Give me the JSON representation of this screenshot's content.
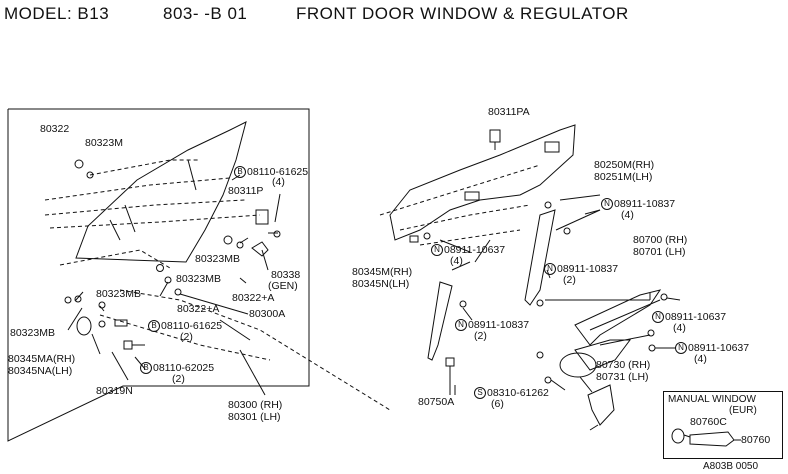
{
  "header": {
    "model": "MODEL: B13",
    "code": "803-  -B 01",
    "title": "FRONT DOOR WINDOW & REGULATOR"
  },
  "labels": {
    "p80322": "80322",
    "p80323m": "80323M",
    "p08110_61625_top": "08110-61625",
    "p08110_61625_top_qty": "(4)",
    "p80311p": "80311P",
    "p80323mb_a": "80323MB",
    "p80323mb_b": "80323MB",
    "p80338": "80338",
    "p80338_gen": "(GEN)",
    "p80322a_a": "80322+A",
    "p80322a_b": "80322+A",
    "p80300a": "80300A",
    "p80323mb_c": "80323MB",
    "p80323mb_d": "80323MB",
    "p08110_61625_bot": "08110-61625",
    "p08110_61625_bot_qty": "(2)",
    "p80345ma": "80345MA(RH)",
    "p80345na": "80345NA(LH)",
    "p08110_62025": "08110-62025",
    "p08110_62025_qty": "(2)",
    "p80319n": "80319N",
    "p80300": "80300 (RH)",
    "p80301": "80301 (LH)",
    "p80311pa": "80311PA",
    "p80250m": "80250M(RH)",
    "p80251m": "80251M(LH)",
    "p08911_10837_a": "08911-10837",
    "p08911_10837_a_qty": "(4)",
    "p08911_10637_a": "08911-10637",
    "p08911_10637_a_qty": "(4)",
    "p80345m": "80345M(RH)",
    "p80345n": "80345N(LH)",
    "p08911_10837_b": "08911-10837",
    "p08911_10837_b_qty": "(2)",
    "p80700": "80700 (RH)",
    "p80701": "80701 (LH)",
    "p08911_10837_c": "08911-10837",
    "p08911_10837_c_qty": "(2)",
    "p08911_10637_b": "08911-10637",
    "p08911_10637_b_qty": "(4)",
    "p08911_10637_c": "08911-10637",
    "p08911_10637_c_qty": "(4)",
    "p80730": "80730 (RH)",
    "p80731": "80731 (LH)",
    "p08310_61262": "08310-61262",
    "p08310_61262_qty": "(6)",
    "p80750a": "80750A"
  },
  "badges": {
    "b": "B",
    "n": "N",
    "s": "S"
  },
  "manual_window": {
    "title": "MANUAL WINDOW",
    "sub": "(EUR)",
    "p80760c": "80760C",
    "p80760": "80760"
  },
  "footer_code": "A803B 0050"
}
